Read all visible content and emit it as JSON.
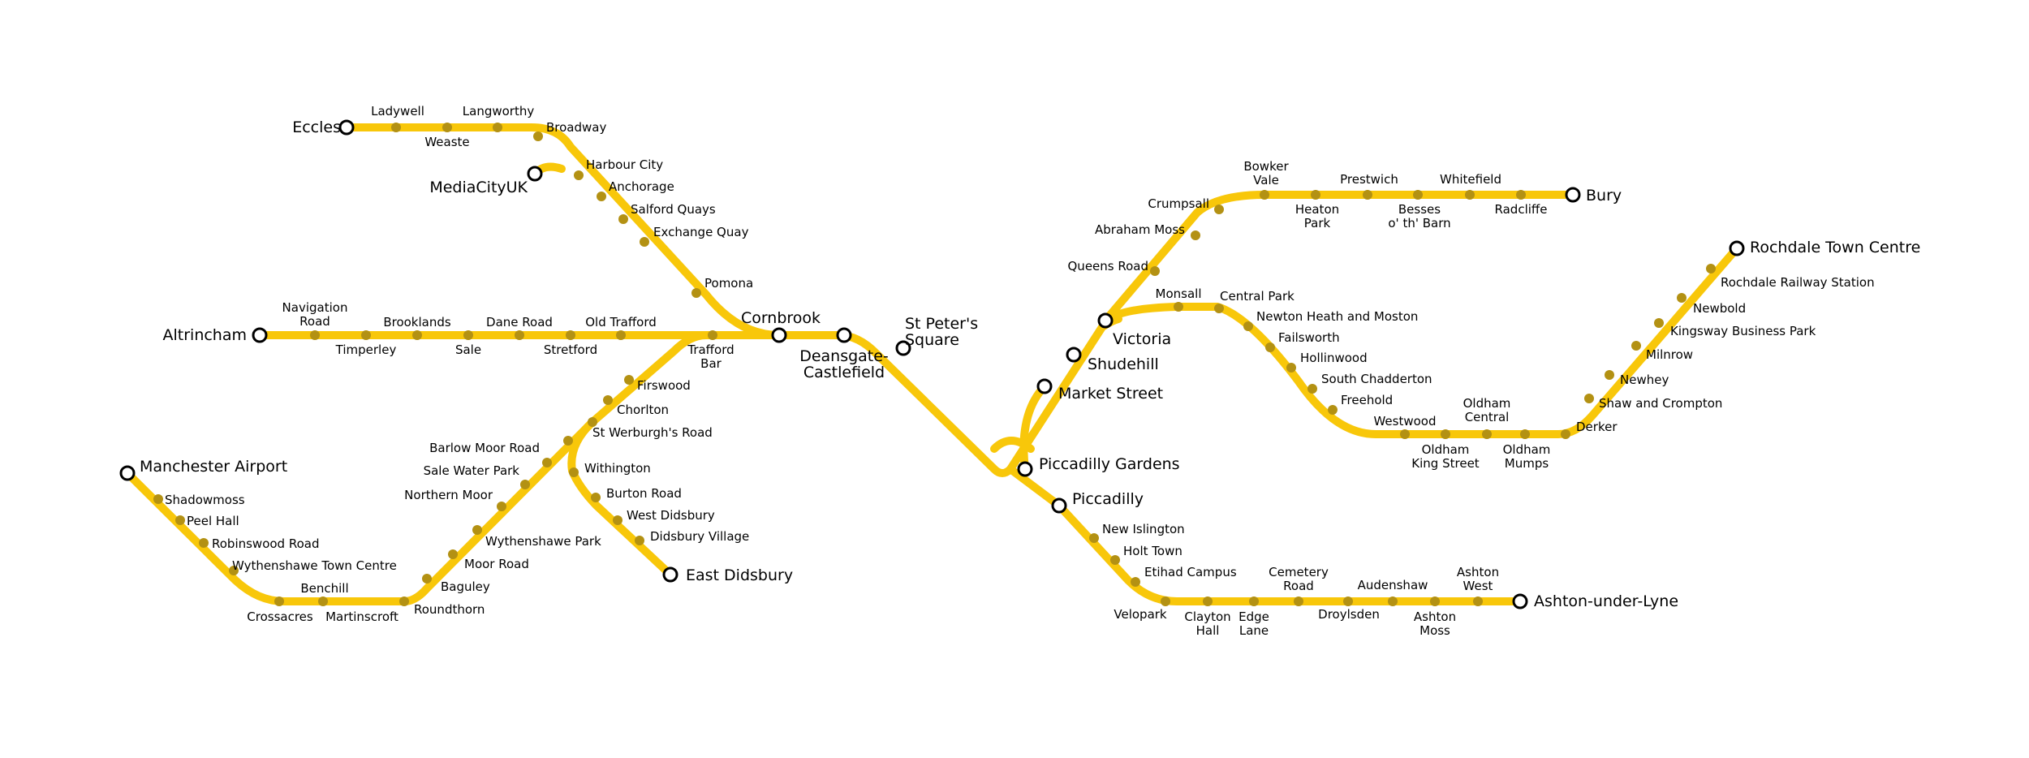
{
  "map": {
    "line_color": "#f8c70a",
    "stop_color": "#b39113",
    "terminus_fill": "#ffffff",
    "stations": {
      "eccles": "Eccles",
      "ladywell": "Ladywell",
      "weaste": "Weaste",
      "langworthy": "Langworthy",
      "broadway": "Broadway",
      "mediacityuk": "MediaCityUK",
      "harbour_city": "Harbour City",
      "anchorage": "Anchorage",
      "salford_quays": "Salford Quays",
      "exchange_quay": "Exchange Quay",
      "pomona": "Pomona",
      "cornbrook": "Cornbrook",
      "altrincham": "Altrincham",
      "navigation_road": [
        "Navigation",
        "Road"
      ],
      "timperley": "Timperley",
      "brooklands": "Brooklands",
      "sale": "Sale",
      "dane_road": "Dane Road",
      "stretford": "Stretford",
      "old_trafford": "Old Trafford",
      "trafford_bar": [
        "Trafford",
        "Bar"
      ],
      "deansgate": [
        "Deansgate-",
        "Castlefield"
      ],
      "st_peters_square": [
        "St Peter's",
        "Square"
      ],
      "firswood": "Firswood",
      "chorlton": "Chorlton",
      "st_werburghs_road": "St Werburgh's Road",
      "barlow_moor_road": "Barlow Moor Road",
      "sale_water_park": "Sale Water Park",
      "northern_moor": "Northern Moor",
      "wythenshawe_park": "Wythenshawe Park",
      "moor_road": "Moor Road",
      "baguley": "Baguley",
      "roundthorn": "Roundthorn",
      "martinscroft": "Martinscroft",
      "benchill": "Benchill",
      "crossacres": "Crossacres",
      "wythenshawe_town_centre": "Wythenshawe Town Centre",
      "robinswood_road": "Robinswood Road",
      "peel_hall": "Peel Hall",
      "shadowmoss": "Shadowmoss",
      "manchester_airport": "Manchester Airport",
      "withington": "Withington",
      "burton_road": "Burton Road",
      "west_didsbury": "West Didsbury",
      "didsbury_village": "Didsbury Village",
      "east_didsbury": "East Didsbury",
      "piccadilly_gardens": "Piccadilly Gardens",
      "piccadilly": "Piccadilly",
      "market_street": "Market Street",
      "shudehill": "Shudehill",
      "victoria": "Victoria",
      "queens_road": "Queens Road",
      "abraham_moss": "Abraham Moss",
      "crumpsall": "Crumpsall",
      "bowker_vale": [
        "Bowker",
        "Vale"
      ],
      "heaton_park": [
        "Heaton",
        "Park"
      ],
      "prestwich": "Prestwich",
      "besses": [
        "Besses",
        "o' th' Barn"
      ],
      "whitefield": "Whitefield",
      "radcliffe": "Radcliffe",
      "bury": "Bury",
      "monsall": "Monsall",
      "central_park": "Central Park",
      "newton_heath": "Newton Heath and Moston",
      "failsworth": "Failsworth",
      "hollinwood": "Hollinwood",
      "south_chadderton": "South Chadderton",
      "freehold": "Freehold",
      "westwood": "Westwood",
      "oldham_king_street": [
        "Oldham",
        "King Street"
      ],
      "oldham_central": [
        "Oldham",
        "Central"
      ],
      "oldham_mumps": [
        "Oldham",
        "Mumps"
      ],
      "derker": "Derker",
      "shaw_and_crompton": "Shaw and Crompton",
      "newhey": "Newhey",
      "milnrow": "Milnrow",
      "kingsway_business_park": "Kingsway Business Park",
      "newbold": "Newbold",
      "rochdale_railway_station": "Rochdale Railway Station",
      "rochdale_town_centre": "Rochdale Town Centre",
      "new_islington": "New Islington",
      "holt_town": "Holt Town",
      "etihad_campus": "Etihad Campus",
      "velopark": "Velopark",
      "clayton_hall": [
        "Clayton",
        "Hall"
      ],
      "edge_lane": [
        "Edge",
        "Lane"
      ],
      "cemetery_road": [
        "Cemetery",
        "Road"
      ],
      "droylsden": "Droylsden",
      "audenshaw": "Audenshaw",
      "ashton_moss": [
        "Ashton",
        "Moss"
      ],
      "ashton_west": [
        "Ashton",
        "West"
      ],
      "ashton_under_lyne": "Ashton-under-Lyne"
    }
  }
}
